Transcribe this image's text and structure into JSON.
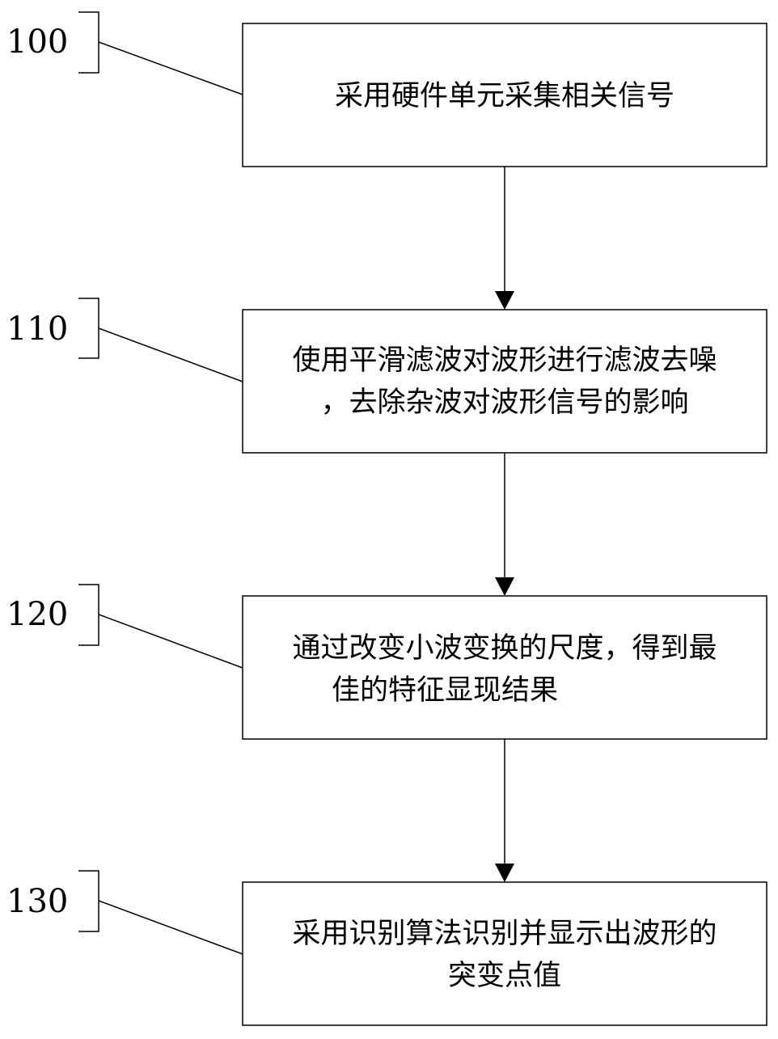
{
  "diagram": {
    "steps": [
      {
        "number": "100",
        "lines": [
          "采用硬件单元采集相关信号"
        ]
      },
      {
        "number": "110",
        "lines": [
          "使用平滑滤波对波形进行滤波去噪",
          "，去除杂波对波形信号的影响"
        ]
      },
      {
        "number": "120",
        "lines": [
          "通过改变小波变换的尺度，得到最",
          "佳的特征显现结果"
        ]
      },
      {
        "number": "130",
        "lines": [
          "采用识别算法识别并显示出波形的",
          "突变点值"
        ]
      }
    ]
  }
}
